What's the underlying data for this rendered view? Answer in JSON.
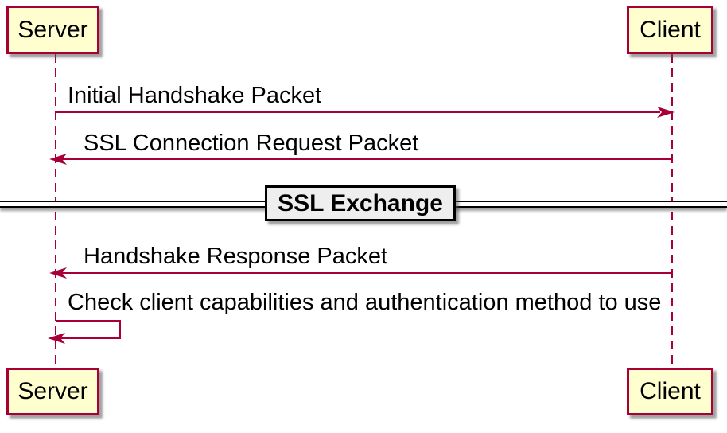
{
  "diagram_type": "sequence-diagram",
  "participants": {
    "server": {
      "label": "Server"
    },
    "client": {
      "label": "Client"
    }
  },
  "messages": [
    {
      "label": "Initial Handshake Packet",
      "from": "server",
      "to": "client",
      "direction": "right"
    },
    {
      "label": "SSL Connection Request Packet",
      "from": "client",
      "to": "server",
      "direction": "left"
    },
    {
      "label": "Handshake Response Packet",
      "from": "client",
      "to": "server",
      "direction": "left"
    },
    {
      "label": "Check client capabilities and authentication method to use",
      "from": "server",
      "to": "server",
      "direction": "self"
    }
  ],
  "divider": {
    "label": "SSL Exchange"
  },
  "colors": {
    "participant_fill": "#FEFECE",
    "participant_border": "#A80036",
    "lifeline": "#A80036",
    "arrow": "#A80036",
    "divider_fill": "#EEEEEE",
    "divider_border": "#000000",
    "text": "#000000",
    "background": "#FFFFFF"
  }
}
